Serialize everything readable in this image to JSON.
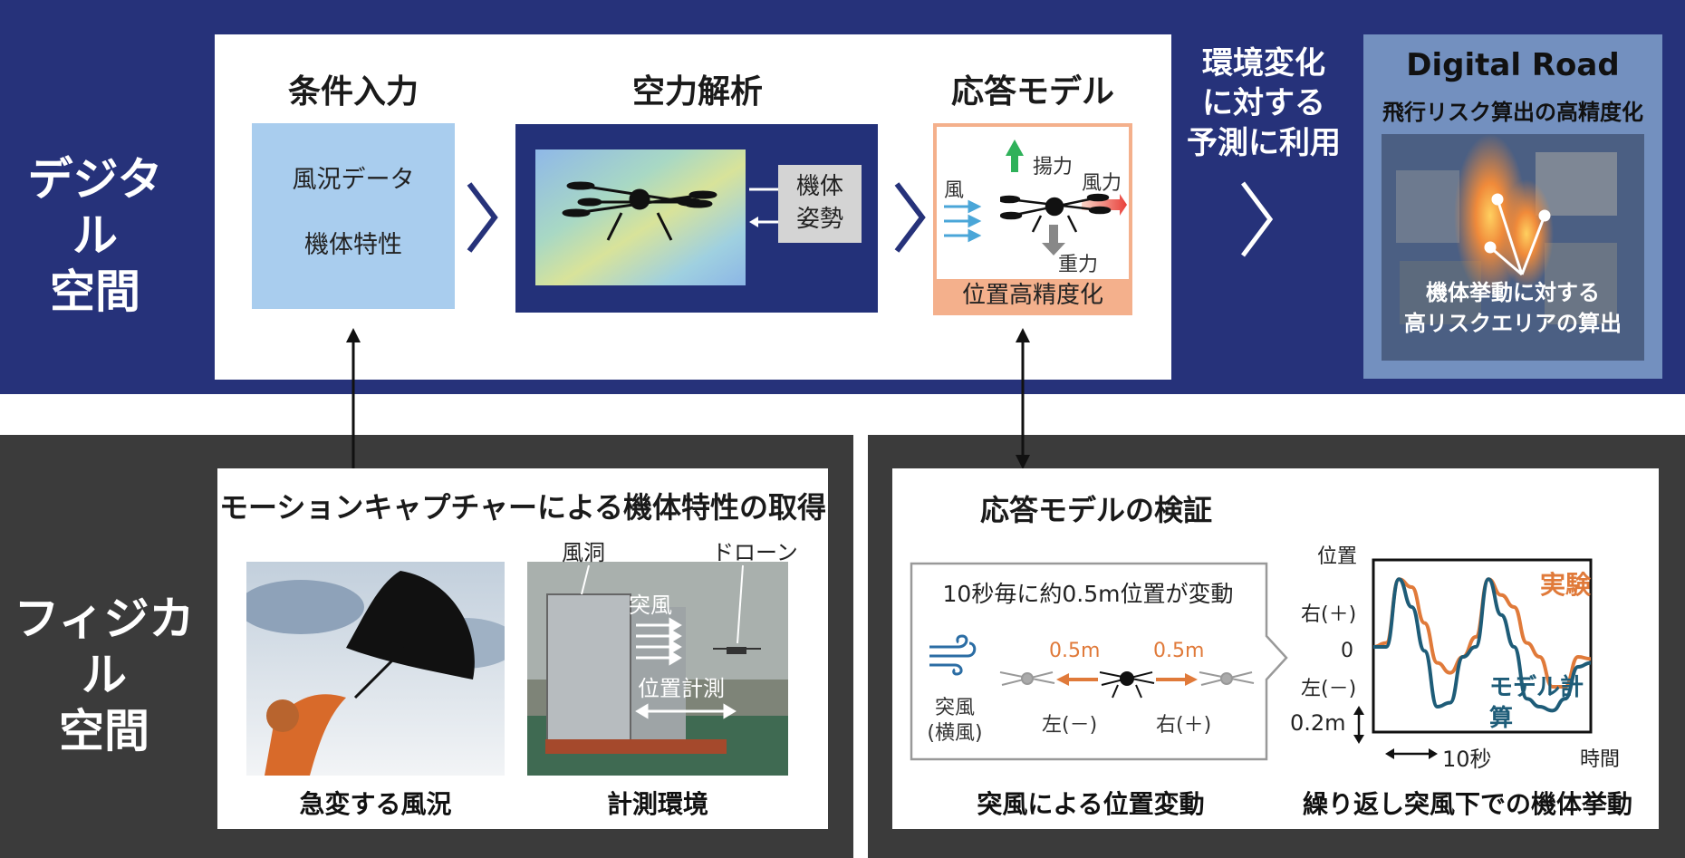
{
  "digital": {
    "side_label_line1": "デジタル",
    "side_label_line2": "空間",
    "steps": {
      "input": {
        "title": "条件入力",
        "items": [
          "風況データ",
          "機体特性"
        ]
      },
      "analysis": {
        "title": "空力解析",
        "attitude_line1": "機体",
        "attitude_line2": "姿勢"
      },
      "response": {
        "title": "応答モデル",
        "wind": "風",
        "lift": "揚力",
        "wind_force": "風力",
        "gravity": "重力",
        "footer": "位置高精度化"
      }
    },
    "prediction": {
      "line1": "環境変化",
      "line2": "に対する",
      "line3": "予測に利用"
    },
    "road": {
      "title": "Digital Road",
      "subtitle": "飛行リスク算出の高精度化",
      "note_line1": "機体挙動に対する",
      "note_line2": "高リスクエリアの算出"
    }
  },
  "physical": {
    "side_label_line1": "フィジカル",
    "side_label_line2": "空間",
    "mocap": {
      "title": "モーションキャプチャーによる機体特性の取得",
      "caption_left": "急変する風況",
      "caption_right": "計測環境",
      "tunnel": "風洞",
      "drone": "ドローン",
      "gust": "突風",
      "position_measure": "位置計測"
    },
    "verification": {
      "title": "応答モデルの検証",
      "box_title": "10秒毎に約0.5m位置が変動",
      "gust_line1": "突風",
      "gust_line2": "(横風)",
      "dist_left": "0.5m",
      "dist_right": "0.5m",
      "left_label": "左(－)",
      "right_label": "右(＋)",
      "caption_left": "突風による位置変動",
      "caption_right": "繰り返し突風下での機体挙動"
    }
  },
  "chart_data": {
    "type": "line",
    "ylabel": "位置",
    "xlabel": "時間",
    "ytick_labels": [
      "右(＋)",
      "0",
      "左(－)"
    ],
    "scale_y": "0.2m",
    "scale_x": "10秒",
    "series": [
      {
        "name": "実験",
        "color": "#e07a3a",
        "values": [
          0.0,
          0.02,
          0.34,
          0.3,
          0.12,
          -0.08,
          -0.13,
          -0.05,
          0.05,
          0.34,
          0.26,
          0.2,
          0.02,
          -0.05,
          -0.2,
          -0.2,
          -0.05,
          -0.06
        ]
      },
      {
        "name": "モデル計算",
        "color": "#1e5c78",
        "values": [
          0.0,
          0.0,
          0.34,
          0.2,
          -0.02,
          -0.3,
          -0.28,
          -0.05,
          0.0,
          0.34,
          0.16,
          0.0,
          -0.26,
          -0.3,
          -0.32,
          -0.26,
          -0.1,
          -0.08
        ]
      }
    ]
  },
  "colors": {
    "navy": "#26327a",
    "dark_gray": "#3b3b3b",
    "orange": "#e07a3a",
    "teal": "#1e5c78",
    "light_blue": "#a9cdee",
    "salmon": "#f4b08c"
  }
}
